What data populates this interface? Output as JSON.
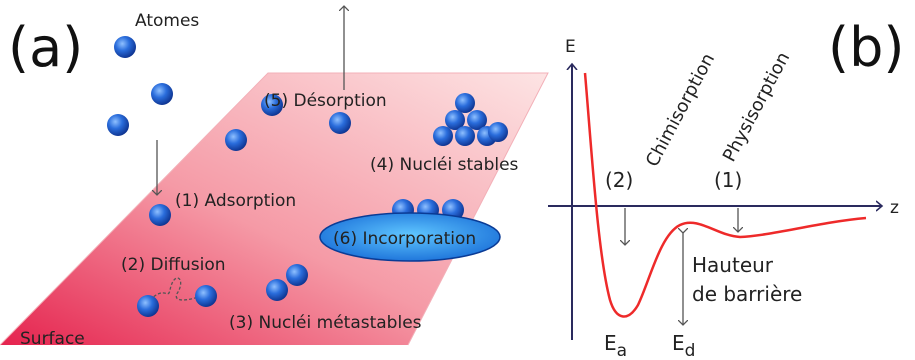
{
  "panel_a": {
    "letter": "(a)",
    "labels": {
      "atomes": "Atomes",
      "desorption": "(5) Désorption",
      "adsorption": "(1) Adsorption",
      "diffusion": "(2) Diffusion",
      "nuclei_stables": "(4) Nucléi stables",
      "incorporation": "(6) Incorporation",
      "nuclei_metastables": "(3) Nucléi métastables",
      "surface": "Surface"
    }
  },
  "panel_b": {
    "letter": "(b)",
    "axis_y": "E",
    "axis_x": "z",
    "chimisorption": "Chimisorption",
    "physisorption": "Physisorption",
    "marker_2": "(2)",
    "marker_1": "(1)",
    "barrier_line1": "Hauteur",
    "barrier_line2": "de barrière",
    "ea_main": "E",
    "ea_sub": "a",
    "ed_main": "E",
    "ed_sub": "d"
  },
  "colors": {
    "atom": "#1f5fd0",
    "curve": "#ee2a2a",
    "axis": "#2a2a5e",
    "arrow": "#555555"
  }
}
